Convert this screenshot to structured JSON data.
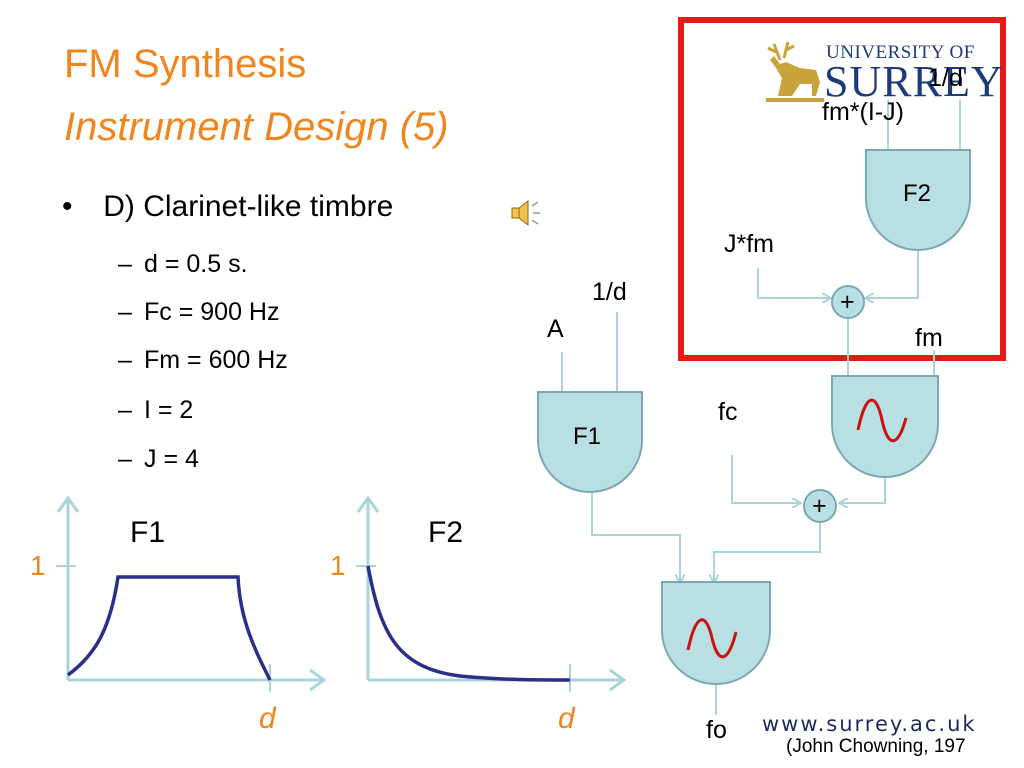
{
  "title": {
    "line1": "FM Synthesis",
    "line2": "Instrument Design (5)"
  },
  "bullet": {
    "marker": "•",
    "text": "D) Clarinet-like timbre",
    "items": [
      "d = 0.5 s.",
      "Fc = 900 Hz",
      "Fm = 600 Hz",
      "I = 2",
      "J = 4"
    ]
  },
  "graph_f1": {
    "title": "F1",
    "y_tick": "1",
    "x_label": "d"
  },
  "graph_f2": {
    "title": "F2",
    "y_tick": "1",
    "x_label": "d"
  },
  "diagram": {
    "f1_label": "F1",
    "f2_label": "F2",
    "a_input": "A",
    "f1_rate": "1/d",
    "f2_rate": "1/d",
    "f2_amp": "fm*(I-J)",
    "j_fm": "J*fm",
    "fm": "fm",
    "fc": "fc",
    "fo": "fo",
    "plus": "+"
  },
  "logo": {
    "top": "UNIVERSITY OF",
    "main": "SURREY"
  },
  "footer": {
    "url": "www.surrey.ac.uk",
    "credit": "(John Chowning, 197"
  },
  "colors": {
    "accent": "#f0851e",
    "box_fill": "#b8dfe4",
    "box_stroke": "#7aa9b0",
    "line": "#a9d5da",
    "curve": "#2b2f8a",
    "wave": "#cc1111",
    "frame": "#e41b17"
  }
}
